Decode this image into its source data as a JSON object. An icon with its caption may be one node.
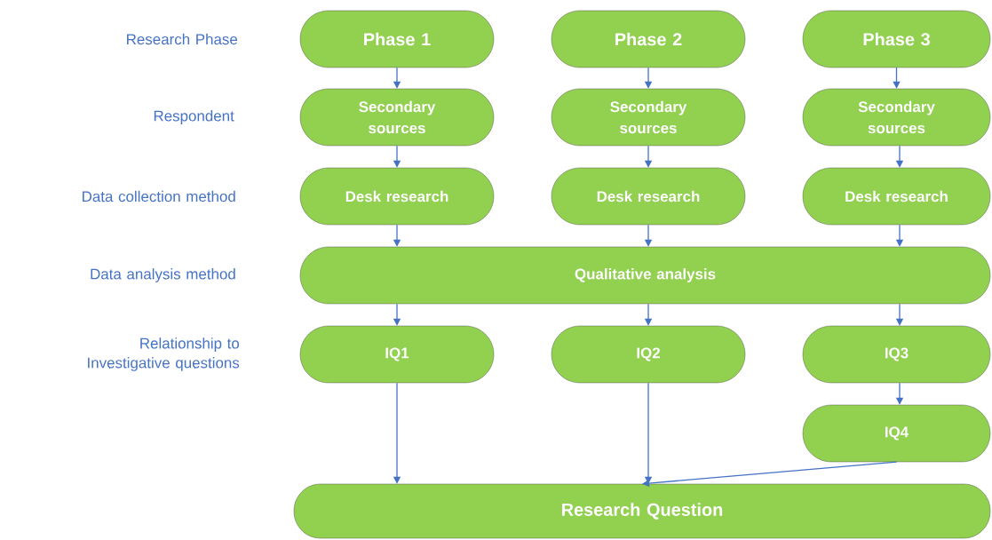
{
  "diagram": {
    "nodes": [
      {
        "text": [
          "Phase 1"
        ]
      },
      {
        "text": [
          "Phase 2"
        ]
      },
      {
        "text": [
          "Phase 3"
        ]
      },
      {
        "text": [
          "Secondary sources"
        ]
      },
      {
        "text": [
          "Secondary sources"
        ]
      },
      {
        "text": [
          "Secondary sources"
        ]
      },
      {
        "text": [
          "Desk research"
        ]
      },
      {
        "text": [
          "Desk research"
        ]
      },
      {
        "text": [
          "Desk research"
        ]
      },
      {
        "text": [
          "Qualitative analysis"
        ]
      },
      {
        "text": [
          "IQ1"
        ]
      },
      {
        "text": [
          "IQ2"
        ]
      },
      {
        "text": [
          "IQ3"
        ]
      },
      {
        "text": [
          "IQ4"
        ]
      },
      {
        "text": [
          "Research Question"
        ]
      }
    ],
    "edges": [
      {
        "from": 0,
        "to": 3,
        "arrow": "to"
      },
      {
        "from": 1,
        "to": 4,
        "arrow": "to"
      },
      {
        "from": 2,
        "to": 5,
        "arrow": "to"
      },
      {
        "from": 3,
        "to": 6,
        "arrow": "to"
      },
      {
        "from": 4,
        "to": 7,
        "arrow": "to"
      },
      {
        "from": 5,
        "to": 8,
        "arrow": "to"
      },
      {
        "from": 6,
        "to": 9,
        "arrow": "to"
      },
      {
        "from": 7,
        "to": 9,
        "arrow": "to"
      },
      {
        "from": 8,
        "to": 9,
        "arrow": "to"
      },
      {
        "from": 9,
        "to": 10,
        "arrow": "to"
      },
      {
        "from": 9,
        "to": 11,
        "arrow": "to"
      },
      {
        "from": 9,
        "to": 12,
        "arrow": "to"
      },
      {
        "from": 12,
        "to": 13,
        "arrow": "to"
      },
      {
        "from": 10,
        "to": 14,
        "arrow": "to"
      },
      {
        "from": 11,
        "to": 14,
        "arrow": "to"
      },
      {
        "from": 13,
        "to": 14,
        "arrow": "to"
      }
    ],
    "labels": [
      "Research Phase",
      "Respondent",
      "Data collection method",
      "Data analysis method",
      "Relationship to Investigative questions"
    ]
  }
}
